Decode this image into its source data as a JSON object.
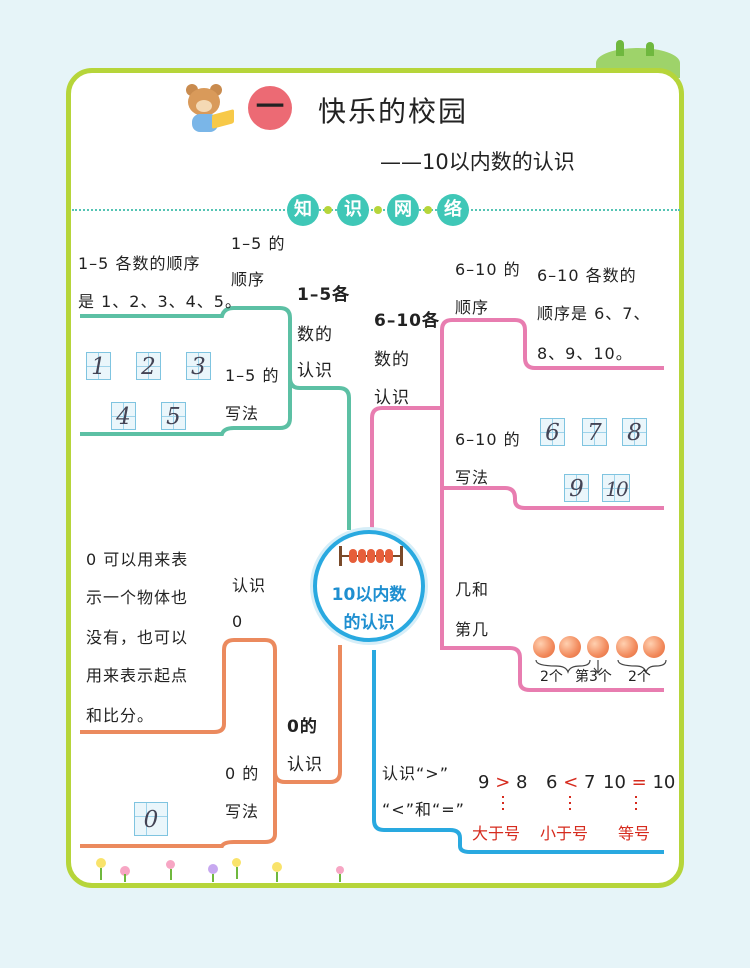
{
  "header": {
    "unit_number": "一",
    "title": "快乐的校园",
    "subtitle": "——10以内数的认识",
    "banner": [
      "知",
      "识",
      "网",
      "络"
    ]
  },
  "center": {
    "line1": "10以内数",
    "line2": "的认识"
  },
  "branch_1_5": {
    "title": [
      "1–5各",
      "数的",
      "认识"
    ],
    "order_label": [
      "1–5 的",
      "顺序"
    ],
    "order_text": [
      "1–5 各数的顺序",
      "是 1、2、3、4、5。"
    ],
    "writing_label": [
      "1–5 的",
      "写法"
    ],
    "digits": [
      "1",
      "2",
      "3",
      "4",
      "5"
    ]
  },
  "branch_6_10": {
    "title": [
      "6–10各",
      "数的",
      "认识"
    ],
    "order_label": [
      "6–10 的",
      "顺序"
    ],
    "order_text": [
      "6–10 各数的",
      "顺序是 6、7、",
      "8、9、10。"
    ],
    "writing_label": [
      "6–10 的",
      "写法"
    ],
    "digits": [
      "6",
      "7",
      "8",
      "9",
      "10"
    ],
    "ordinal_label": [
      "几和",
      "第几"
    ],
    "ordinal_left": "2个",
    "ordinal_mid": "第3个",
    "ordinal_right": "2个"
  },
  "branch_0": {
    "title": [
      "0的",
      "认识"
    ],
    "know_label": [
      "认识",
      "0"
    ],
    "know_text": [
      "0 可以用来表",
      "示一个物体也",
      "没有，也可以",
      "用来表示起点",
      "和比分。"
    ],
    "writing_label": [
      "0 的",
      "写法"
    ],
    "digit": "0"
  },
  "branch_compare": {
    "label": [
      "认识“>”",
      "“<”和“=”"
    ],
    "examples": [
      {
        "left": "9",
        "sign": ">",
        "right": "8",
        "name": "大于号"
      },
      {
        "left": "6",
        "sign": "<",
        "right": "7",
        "name": "小于号"
      },
      {
        "left": "10",
        "sign": "=",
        "right": "10",
        "name": "等号"
      }
    ]
  },
  "colors": {
    "border": "#b6d53a",
    "teal": "#5cc0a4",
    "pink": "#e87db0",
    "orange": "#eb8a5e",
    "blue": "#29a9e0",
    "unit_circle": "#ec6a74"
  }
}
